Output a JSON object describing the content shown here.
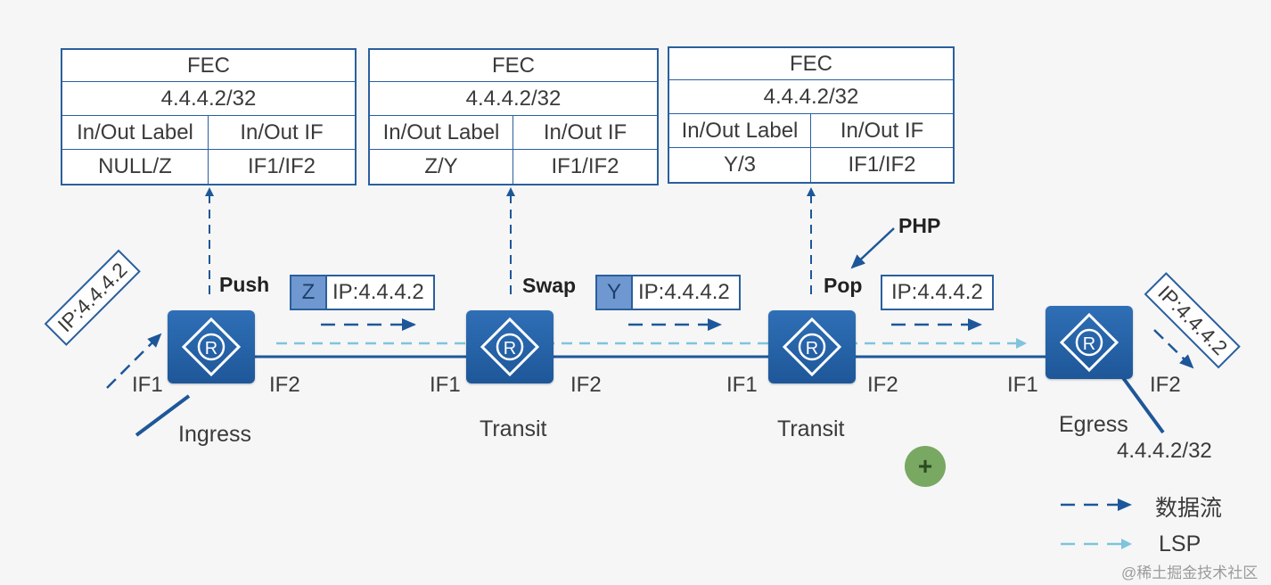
{
  "fec_tables": [
    {
      "header": "FEC",
      "prefix": "4.4.4.2/32",
      "col1_header": "In/Out Label",
      "col2_header": "In/Out IF",
      "label": "NULL/Z",
      "iface": "IF1/IF2"
    },
    {
      "header": "FEC",
      "prefix": "4.4.4.2/32",
      "col1_header": "In/Out Label",
      "col2_header": "In/Out IF",
      "label": "Z/Y",
      "iface": "IF1/IF2"
    },
    {
      "header": "FEC",
      "prefix": "4.4.4.2/32",
      "col1_header": "In/Out Label",
      "col2_header": "In/Out IF",
      "label": "Y/3",
      "iface": "IF1/IF2"
    }
  ],
  "routers": [
    {
      "icon": "router-icon",
      "glyph": "R",
      "role": "Ingress"
    },
    {
      "icon": "router-icon",
      "glyph": "R",
      "role": "Transit"
    },
    {
      "icon": "router-icon",
      "glyph": "R",
      "role": "Transit"
    },
    {
      "icon": "router-icon",
      "glyph": "R",
      "role": "Egress"
    }
  ],
  "interfaces": {
    "in": "IF1",
    "out": "IF2"
  },
  "operations": {
    "push": "Push",
    "swap": "Swap",
    "pop": "Pop",
    "php": "PHP"
  },
  "packets": [
    {
      "label": "Z",
      "ip": "IP:4.4.4.2"
    },
    {
      "label": "Y",
      "ip": "IP:4.4.4.2"
    },
    {
      "label": "",
      "ip": "IP:4.4.4.2"
    }
  ],
  "incoming_packet": "IP:4.4.4.2",
  "outgoing_packet": "IP:4.4.4.2",
  "egress_prefix": "4.4.4.2/32",
  "plus_glyph": "+",
  "legend": [
    {
      "label": "数据流",
      "color": "#1e5799"
    },
    {
      "label": "LSP",
      "color": "#7fc4dc"
    }
  ],
  "watermark": "@稀土掘金技术社区",
  "colors": {
    "router": "#1e5799",
    "border": "#2a5f9e",
    "label_fill": "#6f98d0",
    "lsp": "#7fc4dc",
    "plus": "#79a862"
  }
}
